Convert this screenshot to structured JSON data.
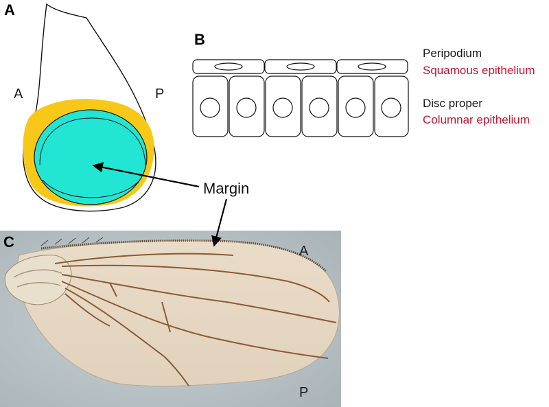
{
  "panels": {
    "a": {
      "letter": "A",
      "anterior": "A",
      "posterior": "P"
    },
    "b": {
      "letter": "B",
      "layer1_name": "Peripodium",
      "layer1_type": "Squamous epithelium",
      "layer2_name": "Disc proper",
      "layer2_type": "Columnar epithelium"
    },
    "c": {
      "letter": "C",
      "anterior": "A",
      "posterior": "P"
    }
  },
  "margin_label": "Margin",
  "colors": {
    "pouch_fill": "#22e5d4",
    "margin_fill": "#f8c818",
    "epithelium_type_text": "#c8102e",
    "wing_background": "#b9c2c6",
    "wing_membrane": "#e6d6c0",
    "wing_vein": "#8a5a34"
  }
}
